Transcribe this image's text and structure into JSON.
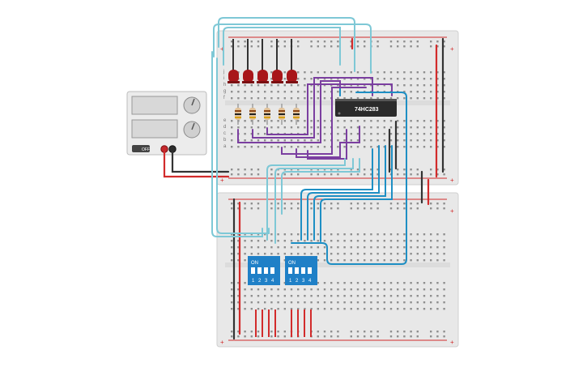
{
  "power_supply": {
    "button_label": "OFF"
  },
  "chip": {
    "label": "74HC283"
  },
  "dip_switches": [
    {
      "on_label": "ON",
      "pins": [
        "1",
        "2",
        "3",
        "4"
      ]
    },
    {
      "on_label": "ON",
      "pins": [
        "1",
        "2",
        "3",
        "4"
      ]
    }
  ],
  "breadboard": {
    "row_letters_top": [
      "j",
      "i",
      "h",
      "g",
      "f"
    ],
    "row_letters_bottom": [
      "e",
      "d",
      "c",
      "b",
      "a"
    ],
    "rail_plus": "+",
    "rail_minus": "-"
  },
  "colors": {
    "board": "#e9e9e9",
    "red_wire": "#d22b2b",
    "black_wire": "#333333",
    "purple_wire": "#7b3fa0",
    "blue_wire": "#1e8fc4",
    "cyan_wire": "#7ec8d6",
    "led": "#a8161a",
    "dip": "#1f80c7",
    "chip": "#2b2b2b"
  }
}
